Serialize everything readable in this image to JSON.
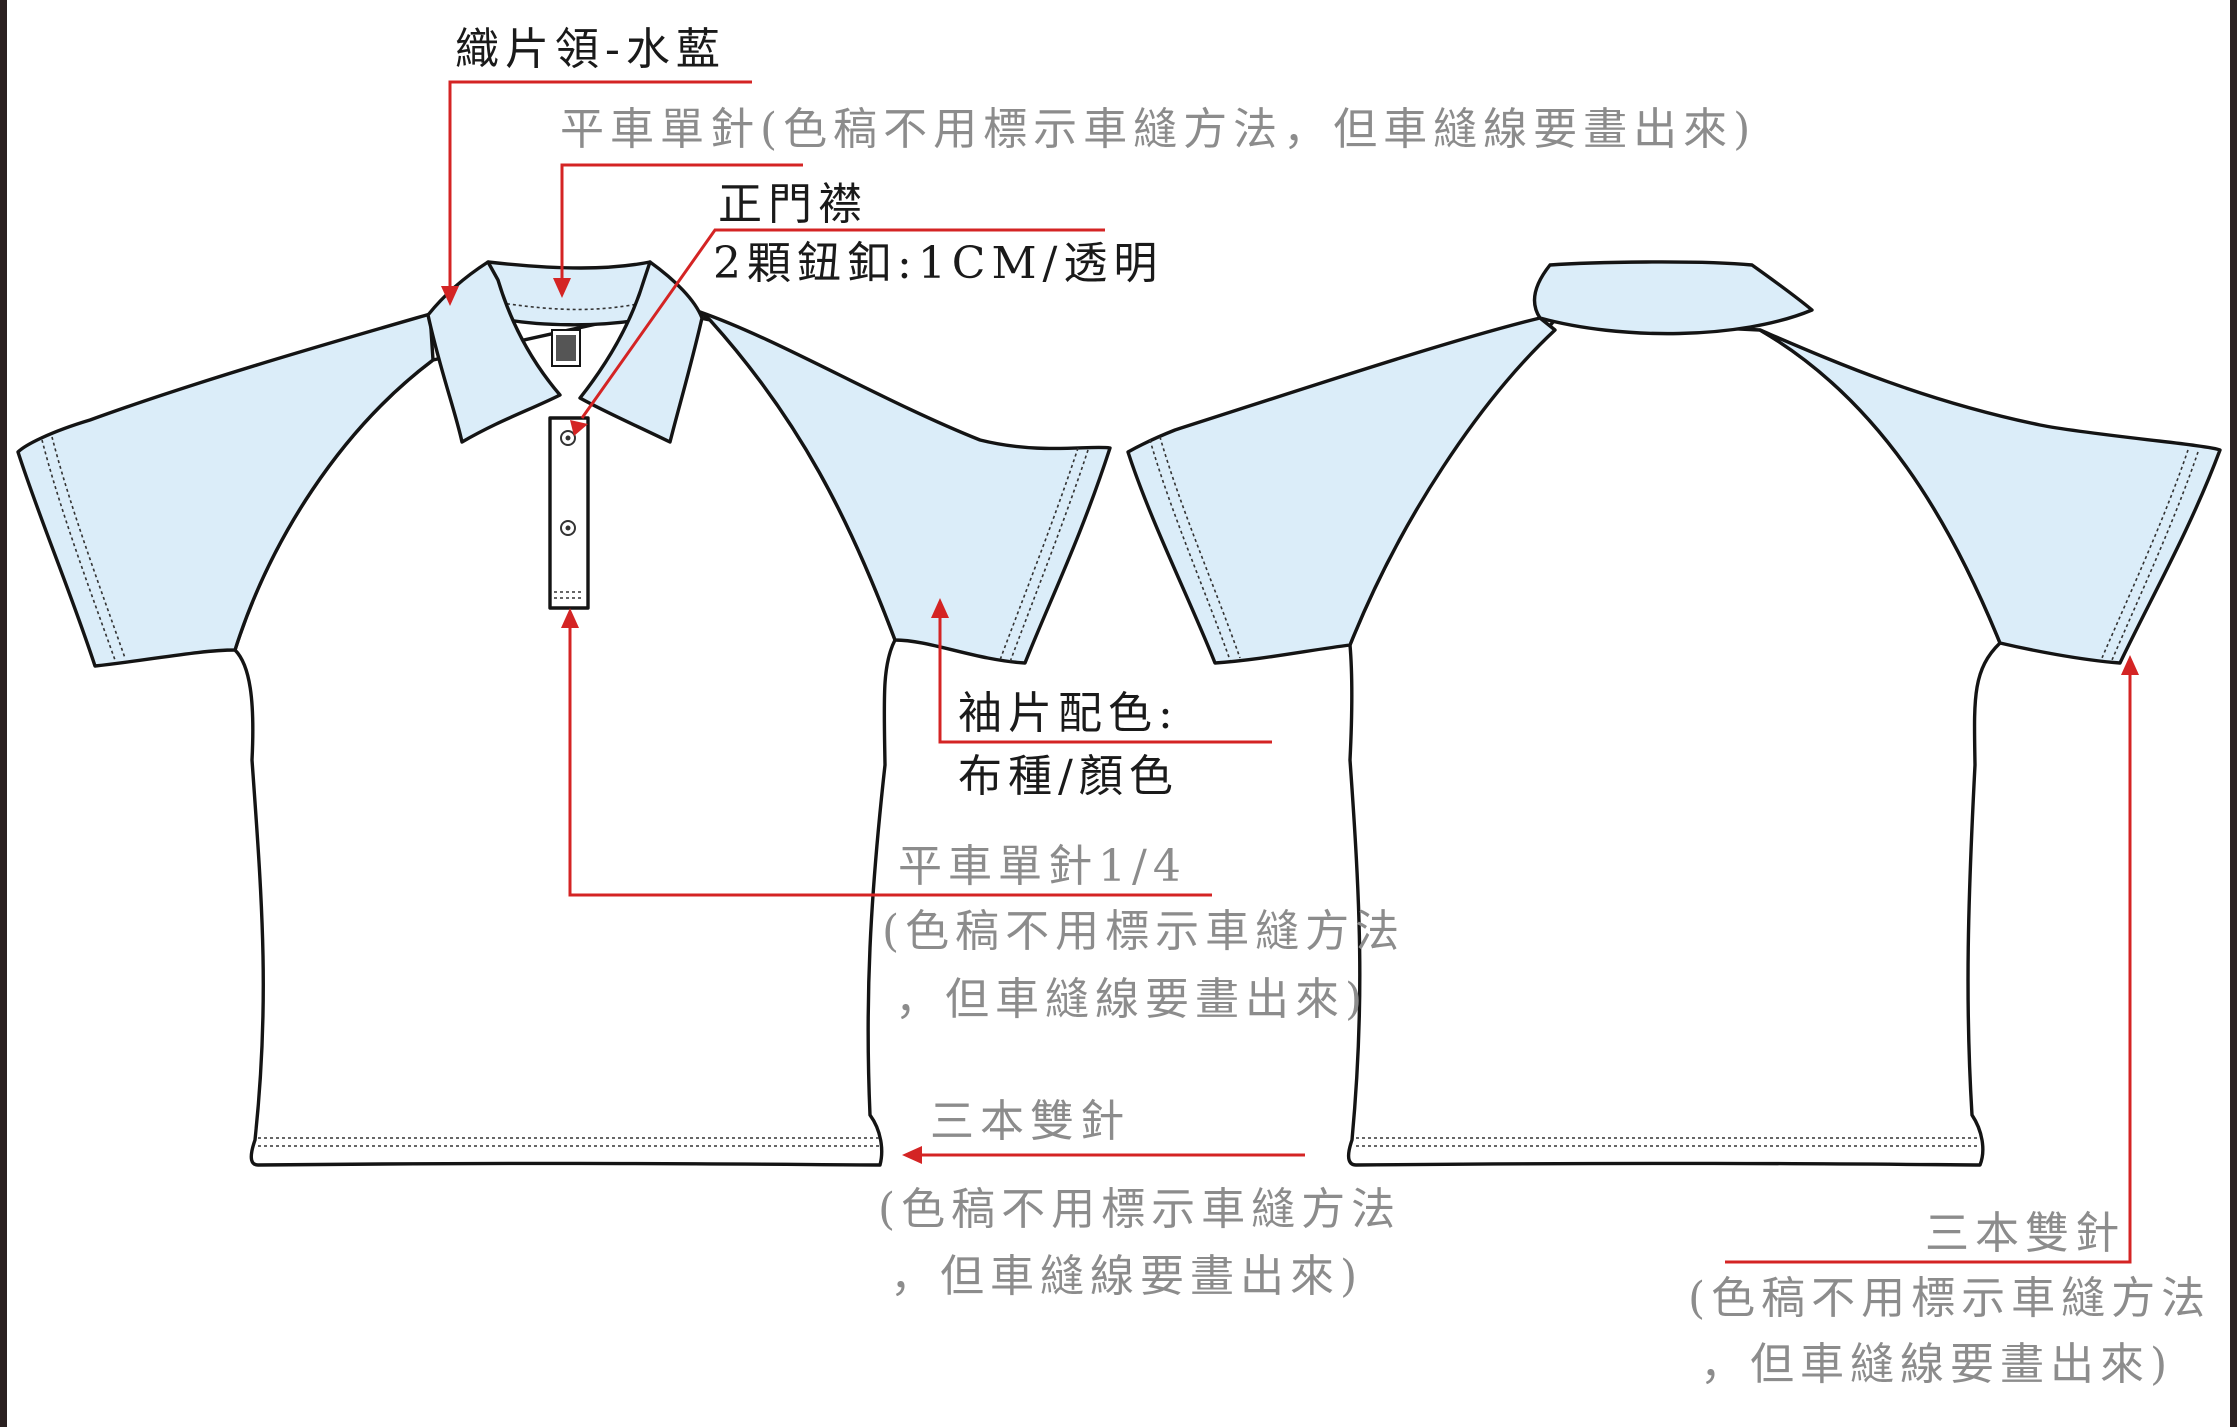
{
  "colors": {
    "accent_leader": "#d42424",
    "sleeve_collar_fill": "#dbedf9",
    "body_fill": "#ffffff",
    "outline": "#141414",
    "note_text": "#8c8c8c",
    "label_text": "#1a1a1a"
  },
  "labels": {
    "collar": "織片領-水藍",
    "collar_stitch": "平車單針(色稿不用標示車縫方法，但車縫線要畫出來)",
    "placket_title": "正門襟",
    "placket_buttons": "2顆鈕釦:1CM/透明",
    "sleeve_title": "袖片配色:",
    "sleeve_fabric": "布種/顏色",
    "placket_stitch_title": "平車單針1/4",
    "placket_stitch_note1": "(色稿不用標示車縫方法",
    "placket_stitch_note2": "，但車縫線要畫出來)",
    "front_hem_title": "三本雙針",
    "front_hem_note1": "(色稿不用標示車縫方法",
    "front_hem_note2": "，但車縫線要畫出來)",
    "back_hem_title": "三本雙針",
    "back_hem_note1": "(色稿不用標示車縫方法",
    "back_hem_note2": "，但車縫線要畫出來)"
  }
}
